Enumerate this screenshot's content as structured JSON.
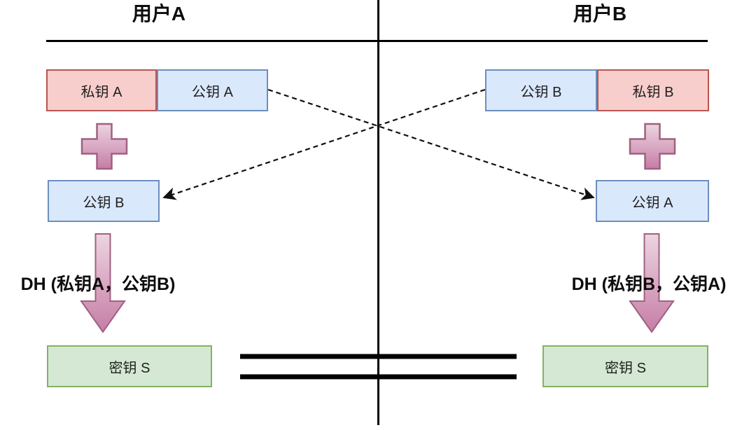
{
  "diagram": {
    "user_a": {
      "title": "用户A",
      "private_key": "私钥 A",
      "public_key": "公钥 A",
      "received_public_key": "公钥 B",
      "dh_label": "DH (私钥A，公钥B)",
      "secret_key": "密钥 S"
    },
    "user_b": {
      "title": "用户B",
      "public_key": "公钥 B",
      "private_key": "私钥 B",
      "received_public_key": "公钥 A",
      "dh_label": "DH (私钥B，公钥A)",
      "secret_key": "密钥 S"
    },
    "colors": {
      "private_key_fill": "#f8cecc",
      "private_key_border": "#b85450",
      "public_key_fill": "#dae8fc",
      "public_key_border": "#6c8ebf",
      "secret_key_fill": "#d5e8d4",
      "secret_key_border": "#82b366",
      "operator_gradient_top": "#ecd5e1",
      "operator_gradient_bottom": "#c67da6",
      "operator_border": "#a06080",
      "line_color": "#000000"
    }
  }
}
